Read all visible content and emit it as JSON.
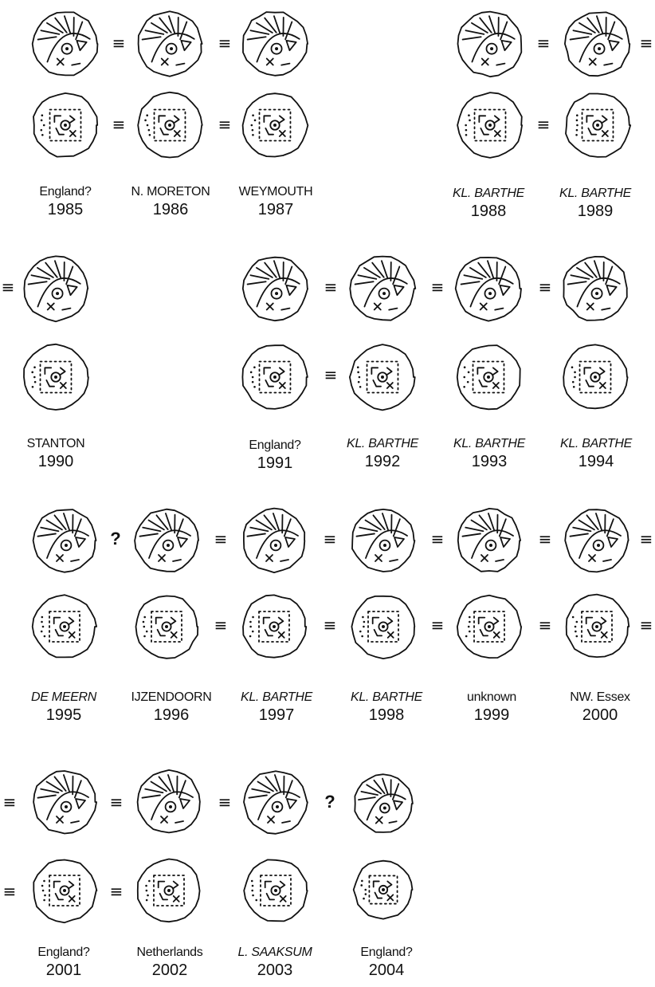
{
  "symbols": {
    "equiv": "≡",
    "question": "?"
  },
  "finds": [
    {
      "place": "England?",
      "year": "1985",
      "italic": false
    },
    {
      "place": "N. MORETON",
      "year": "1986",
      "italic": false
    },
    {
      "place": "WEYMOUTH",
      "year": "1987",
      "italic": false
    },
    {
      "place": "KL. BARTHE",
      "year": "1988",
      "italic": true
    },
    {
      "place": "KL. BARTHE",
      "year": "1989",
      "italic": true
    },
    {
      "place": "STANTON",
      "year": "1990",
      "italic": false
    },
    {
      "place": "England?",
      "year": "1991",
      "italic": false
    },
    {
      "place": "KL. BARTHE",
      "year": "1992",
      "italic": true
    },
    {
      "place": "KL. BARTHE",
      "year": "1993",
      "italic": true
    },
    {
      "place": "KL. BARTHE",
      "year": "1994",
      "italic": true
    },
    {
      "place": "DE MEERN",
      "year": "1995",
      "italic": true
    },
    {
      "place": "IJZENDOORN",
      "year": "1996",
      "italic": false
    },
    {
      "place": "KL. BARTHE",
      "year": "1997",
      "italic": true
    },
    {
      "place": "KL. BARTHE",
      "year": "1998",
      "italic": true
    },
    {
      "place": "unknown",
      "year": "1999",
      "italic": false
    },
    {
      "place": "NW. Essex",
      "year": "2000",
      "italic": false
    },
    {
      "place": "England?",
      "year": "2001",
      "italic": false
    },
    {
      "place": "Netherlands",
      "year": "2002",
      "italic": false
    },
    {
      "place": "L. SAAKSUM",
      "year": "2003",
      "italic": true
    },
    {
      "place": "England?",
      "year": "2004",
      "italic": false
    }
  ]
}
